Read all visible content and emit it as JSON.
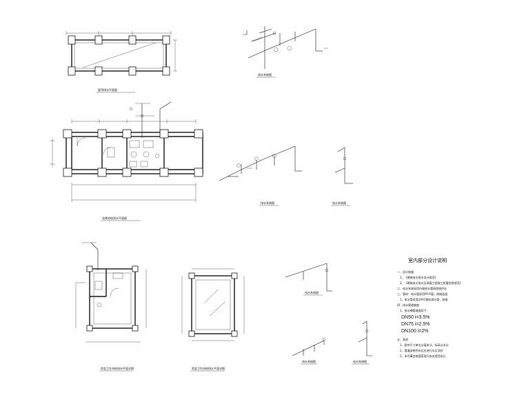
{
  "captions": {
    "roof_plan": "屋顶排水平面图",
    "drain_system_1": "排水系统图",
    "floor_plan": "化粪池给排水平面图",
    "drain_system_2": "排水系统图",
    "water_supply_system_1": "给水系统图",
    "plan_detail_left": "男女卫生间给排水平面详图",
    "plan_detail_right": "男女卫生间给排水平面详图",
    "drain_system_3": "排水系统图",
    "drain_system_4": "排水系统图",
    "water_supply_system_2": "给水系统图"
  },
  "notes": {
    "title": "室内部分设计说明",
    "sections": [
      "一、设计依据",
      "1、《建筑给水排水设计规范》",
      "2、《建筑给水排水及采暖工程施工质量验收规范》",
      "二、给水系统采用市政给水管网直接供水",
      "三、管材：给水管采用PP-R管，热熔连接",
      "1、排水管采用UPVC塑料排水管，粘接",
      "四、排水管道坡度",
      "1、排水横管坡度如下："
    ],
    "slopes": [
      "DN50   i=3.5%",
      "DN75   i=2.5%",
      "DN100  i=2%"
    ],
    "footer": [
      "五、其他",
      "1、图中尺寸单位以毫米计，标高以米计",
      "2、管道安装完毕后应进行水压试验",
      "3、未尽事宜按国家现行有关规范执行"
    ]
  }
}
